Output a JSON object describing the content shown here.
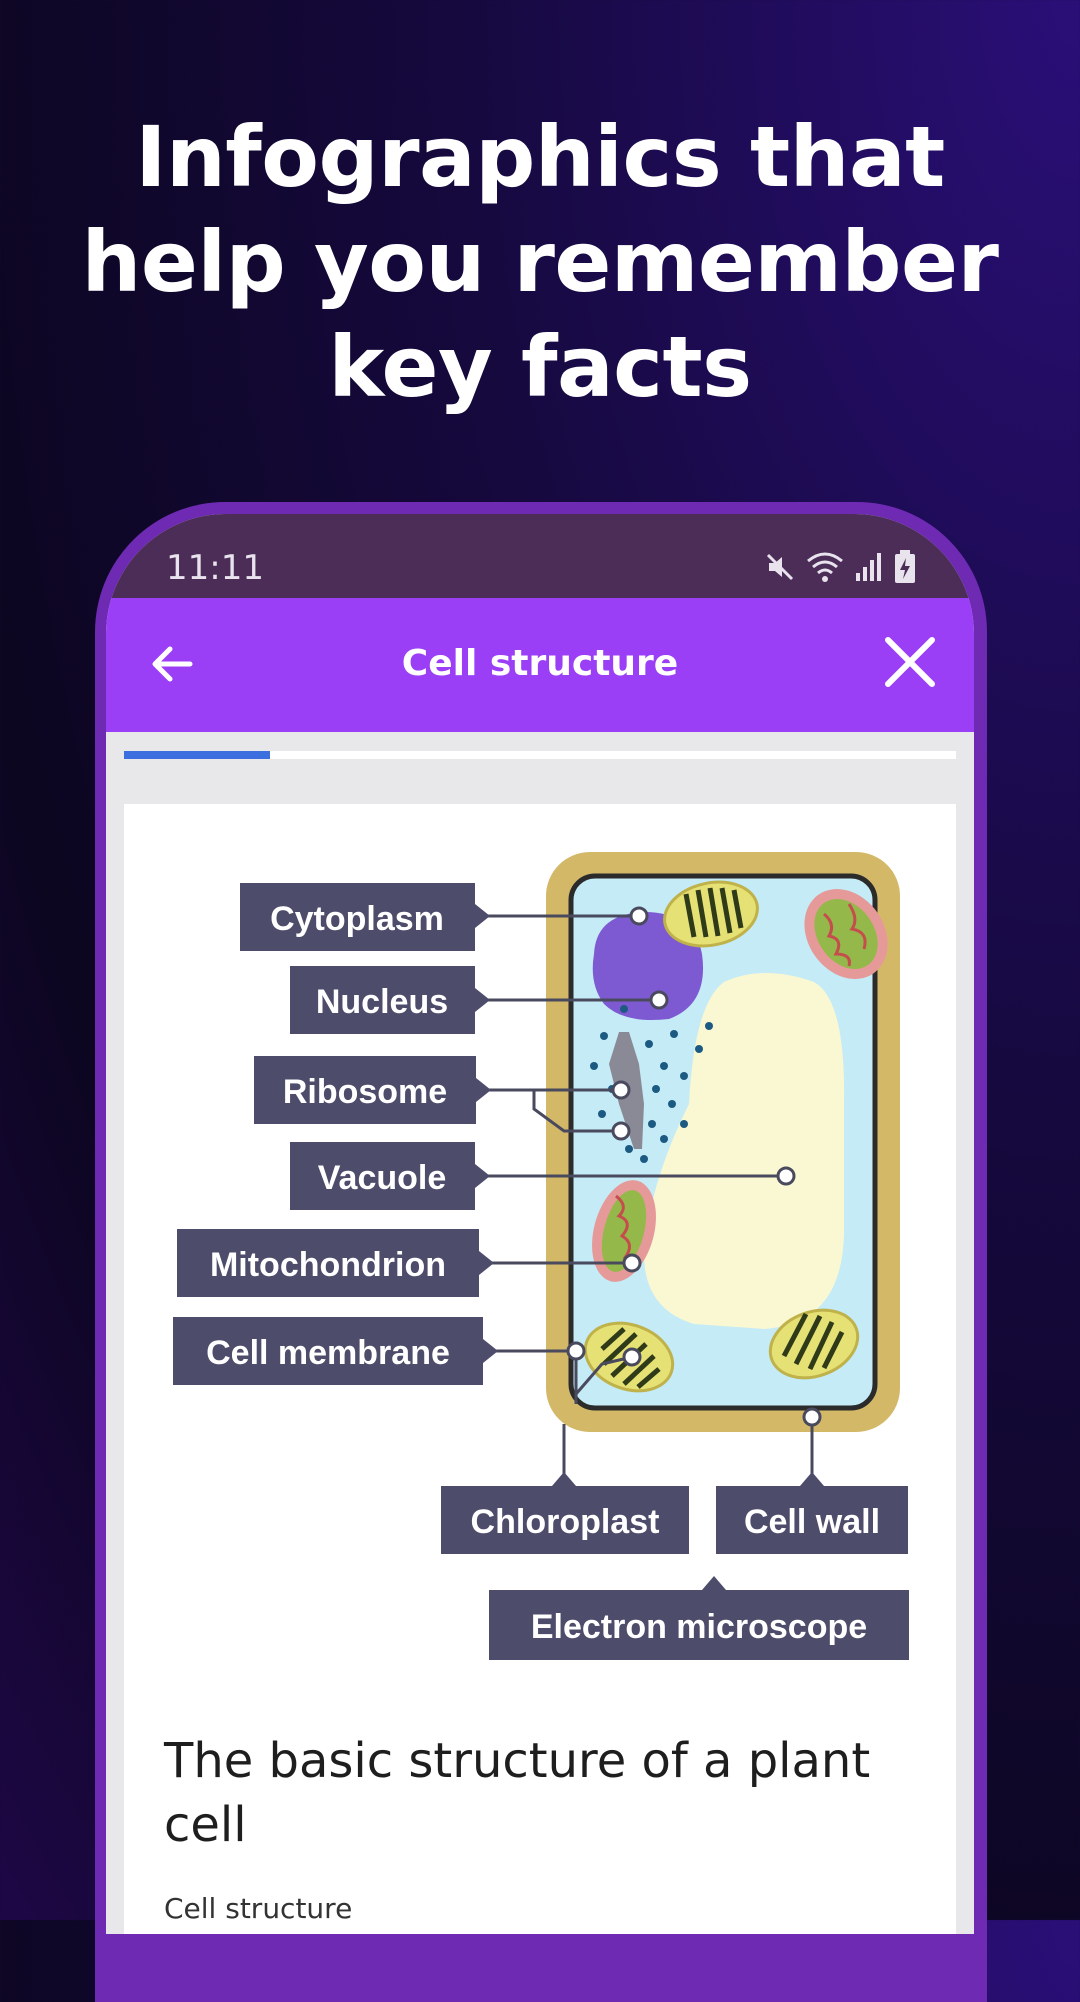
{
  "headline": {
    "line1": "Infographics that",
    "line2": "help you remember",
    "line3": "key facts"
  },
  "status_bar": {
    "time": "11:11",
    "icons": [
      "mute-icon",
      "wifi-icon",
      "signal-icon",
      "battery-charging-icon"
    ]
  },
  "app_bar": {
    "title": "Cell structure",
    "back_icon": "arrow-left-icon",
    "close_icon": "close-icon"
  },
  "progress": {
    "fraction": 0.175
  },
  "diagram": {
    "labels": [
      "Cytoplasm",
      "Nucleus",
      "Ribosome",
      "Vacuole",
      "Mitochondrion",
      "Cell membrane",
      "Chloroplast",
      "Cell wall",
      "Electron microscope"
    ],
    "colors": {
      "label_bg": "#4e4c6b",
      "cell_wall": "#d3b868",
      "cytoplasm": "#c4ebf6",
      "vacuole": "#faf7d3",
      "nucleus": "#7e5ad2",
      "mitochondrion": "#e59a99",
      "chloroplast": "#e6e175"
    }
  },
  "caption": "The basic structure of a plant cell",
  "subtext": "Cell structure"
}
